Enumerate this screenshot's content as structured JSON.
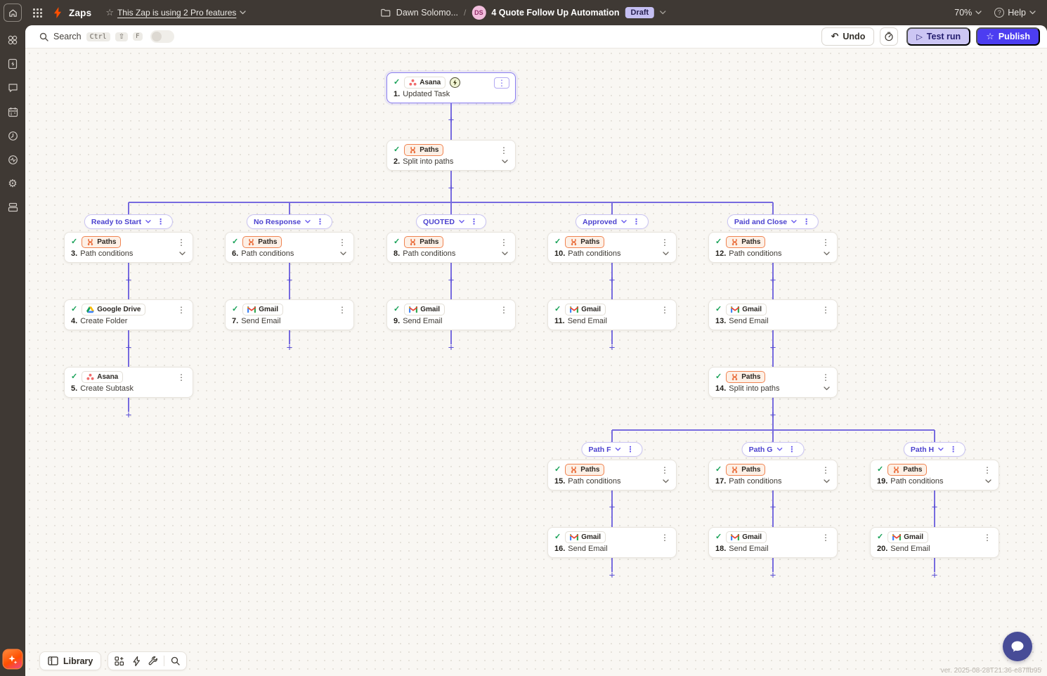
{
  "topbar": {
    "product": "Zaps",
    "pro_features": "This Zap is using 2 Pro features",
    "folder_name": "Dawn Solomo...",
    "crumb_separator": "/",
    "avatar_initials": "DS",
    "zap_title": "4 Quote Follow Up Automation",
    "status_badge": "Draft",
    "zoom_level": "70%",
    "help_label": "Help",
    "help_symbol": "?"
  },
  "toolbar": {
    "search_label": "Search",
    "key_ctrl": "Ctrl",
    "key_shift": "⇧",
    "key_f": "F",
    "undo_label": "Undo",
    "test_run_label": "Test run",
    "publish_label": "Publish"
  },
  "sidebar": {
    "icons": [
      "canvas-icon",
      "zap-template-icon",
      "chat-icon",
      "calendar-icon",
      "history-icon",
      "status-icon",
      "gear-icon",
      "library-trays-icon"
    ]
  },
  "footer": {
    "library_label": "Library",
    "version": "ver. 2025-08-28T21:36-e87ffb95"
  },
  "icons": {
    "check": "✓",
    "kebab": "⋮",
    "plus": "+",
    "star": "☆",
    "undo_arrow": "↶",
    "play": "▷"
  },
  "colors": {
    "accent_purple": "#4c3df1",
    "line_purple": "#776bdf",
    "paths_orange": "#e8632e",
    "zapier_orange": "#ff4f00",
    "check_green": "#17a157",
    "topbar_brown": "#3f3934",
    "canvas_cream": "#f9f7f3"
  },
  "flow": {
    "path_labels": [
      {
        "label": "Ready to Start",
        "col": "c1",
        "row": "labels1"
      },
      {
        "label": "No Response",
        "col": "c2",
        "row": "labels1"
      },
      {
        "label": "QUOTED",
        "col": "c3",
        "row": "labels1"
      },
      {
        "label": "Approved",
        "col": "c4",
        "row": "labels1"
      },
      {
        "label": "Paid and Close",
        "col": "c5",
        "row": "labels1"
      },
      {
        "label": "Path F",
        "col": "f",
        "row": "labels2"
      },
      {
        "label": "Path G",
        "col": "g",
        "row": "labels2"
      },
      {
        "label": "Path H",
        "col": "h",
        "row": "labels2"
      }
    ],
    "nodes": [
      {
        "num": "1.",
        "title": "Updated Task",
        "app": "Asana",
        "icon": "asana",
        "col": "c3",
        "row": "r1",
        "selected": true,
        "instant": true
      },
      {
        "num": "2.",
        "title": "Split into paths",
        "app": "Paths",
        "icon": "paths",
        "col": "c3",
        "row": "r2",
        "expand": true
      },
      {
        "num": "3.",
        "title": "Path conditions",
        "app": "Paths",
        "icon": "paths",
        "col": "c1",
        "row": "r3",
        "expand": true
      },
      {
        "num": "4.",
        "title": "Create Folder",
        "app": "Google Drive",
        "icon": "gdrive",
        "col": "c1",
        "row": "r4"
      },
      {
        "num": "5.",
        "title": "Create Subtask",
        "app": "Asana",
        "icon": "asana",
        "col": "c1",
        "row": "r5"
      },
      {
        "num": "6.",
        "title": "Path conditions",
        "app": "Paths",
        "icon": "paths",
        "col": "c2",
        "row": "r3",
        "expand": true
      },
      {
        "num": "7.",
        "title": "Send Email",
        "app": "Gmail",
        "icon": "gmail",
        "col": "c2",
        "row": "r4"
      },
      {
        "num": "8.",
        "title": "Path conditions",
        "app": "Paths",
        "icon": "paths",
        "col": "c3",
        "row": "r3",
        "expand": true
      },
      {
        "num": "9.",
        "title": "Send Email",
        "app": "Gmail",
        "icon": "gmail",
        "col": "c3",
        "row": "r4"
      },
      {
        "num": "10.",
        "title": "Path conditions",
        "app": "Paths",
        "icon": "paths",
        "col": "c4",
        "row": "r3",
        "expand": true
      },
      {
        "num": "11.",
        "title": "Send Email",
        "app": "Gmail",
        "icon": "gmail",
        "col": "c4",
        "row": "r4"
      },
      {
        "num": "12.",
        "title": "Path conditions",
        "app": "Paths",
        "icon": "paths",
        "col": "c5",
        "row": "r3",
        "expand": true
      },
      {
        "num": "13.",
        "title": "Send Email",
        "app": "Gmail",
        "icon": "gmail",
        "col": "c5",
        "row": "r4"
      },
      {
        "num": "14.",
        "title": "Split into paths",
        "app": "Paths",
        "icon": "paths",
        "col": "c5",
        "row": "r5",
        "expand": true
      },
      {
        "num": "15.",
        "title": "Path conditions",
        "app": "Paths",
        "icon": "paths",
        "col": "f",
        "row": "r6",
        "expand": true
      },
      {
        "num": "16.",
        "title": "Send Email",
        "app": "Gmail",
        "icon": "gmail",
        "col": "f",
        "row": "r7"
      },
      {
        "num": "17.",
        "title": "Path conditions",
        "app": "Paths",
        "icon": "paths",
        "col": "g",
        "row": "r6",
        "expand": true
      },
      {
        "num": "18.",
        "title": "Send Email",
        "app": "Gmail",
        "icon": "gmail",
        "col": "g",
        "row": "r7"
      },
      {
        "num": "19.",
        "title": "Path conditions",
        "app": "Paths",
        "icon": "paths",
        "col": "h",
        "row": "r6",
        "expand": true
      },
      {
        "num": "20.",
        "title": "Send Email",
        "app": "Gmail",
        "icon": "gmail",
        "col": "h",
        "row": "r7"
      }
    ]
  }
}
